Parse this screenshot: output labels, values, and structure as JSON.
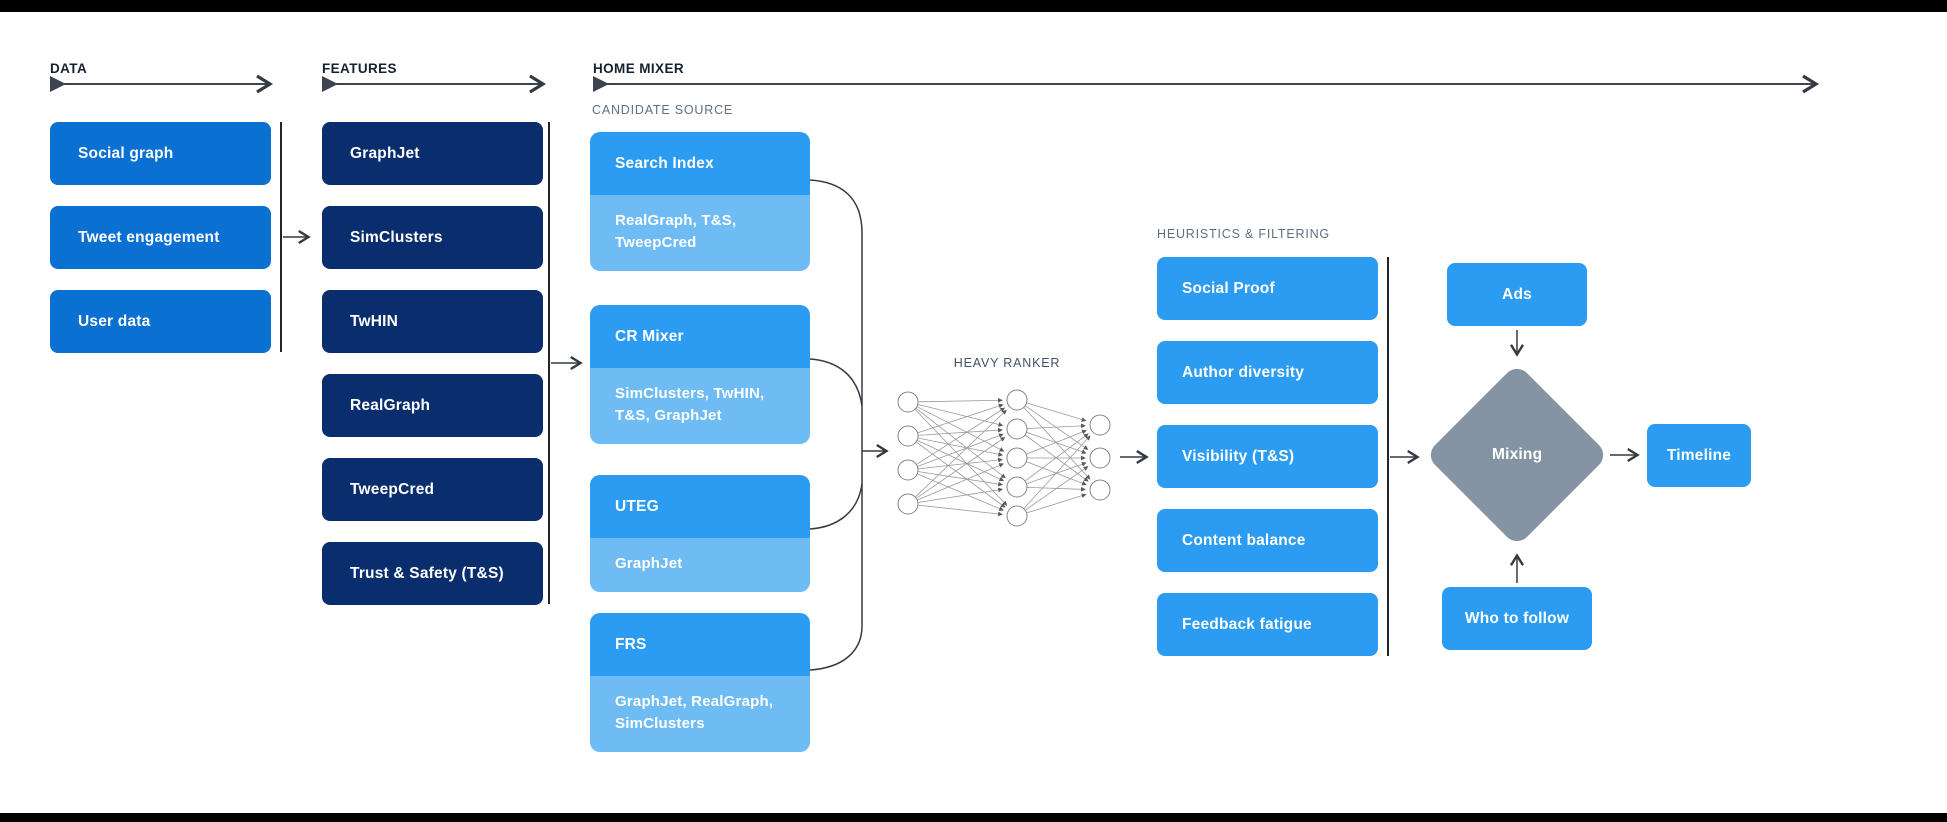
{
  "headers": {
    "data": "DATA",
    "features": "FEATURES",
    "home_mixer": "HOME MIXER"
  },
  "data_boxes": [
    "Social graph",
    "Tweet engagement",
    "User data"
  ],
  "feature_boxes": [
    "GraphJet",
    "SimClusters",
    "TwHIN",
    "RealGraph",
    "TweepCred",
    "Trust & Safety (T&S)"
  ],
  "candidate_source": {
    "label": "CANDIDATE SOURCE",
    "groups": [
      {
        "title": "Search Index",
        "sources": "RealGraph, T&S, TweepCred"
      },
      {
        "title": "CR Mixer",
        "sources": "SimClusters, TwHIN, T&S, GraphJet"
      },
      {
        "title": "UTEG",
        "sources": "GraphJet"
      },
      {
        "title": "FRS",
        "sources": "GraphJet, RealGraph, SimClusters"
      }
    ]
  },
  "heavy_ranker": {
    "label": "HEAVY RANKER"
  },
  "heuristics": {
    "label": "HEURISTICS & FILTERING",
    "boxes": [
      "Social Proof",
      "Author diversity",
      "Visibility (T&S)",
      "Content balance",
      "Feedback fatigue"
    ]
  },
  "mixing_stage": {
    "ads": "Ads",
    "mixing": "Mixing",
    "who_to_follow": "Who to follow",
    "timeline": "Timeline"
  },
  "colors": {
    "medium_blue": "#0a70d2",
    "navy": "#0a2e6d",
    "bright_blue": "#2b9cf1",
    "light_blue": "#6fbcf4",
    "diamond_gray": "#8494a3"
  }
}
